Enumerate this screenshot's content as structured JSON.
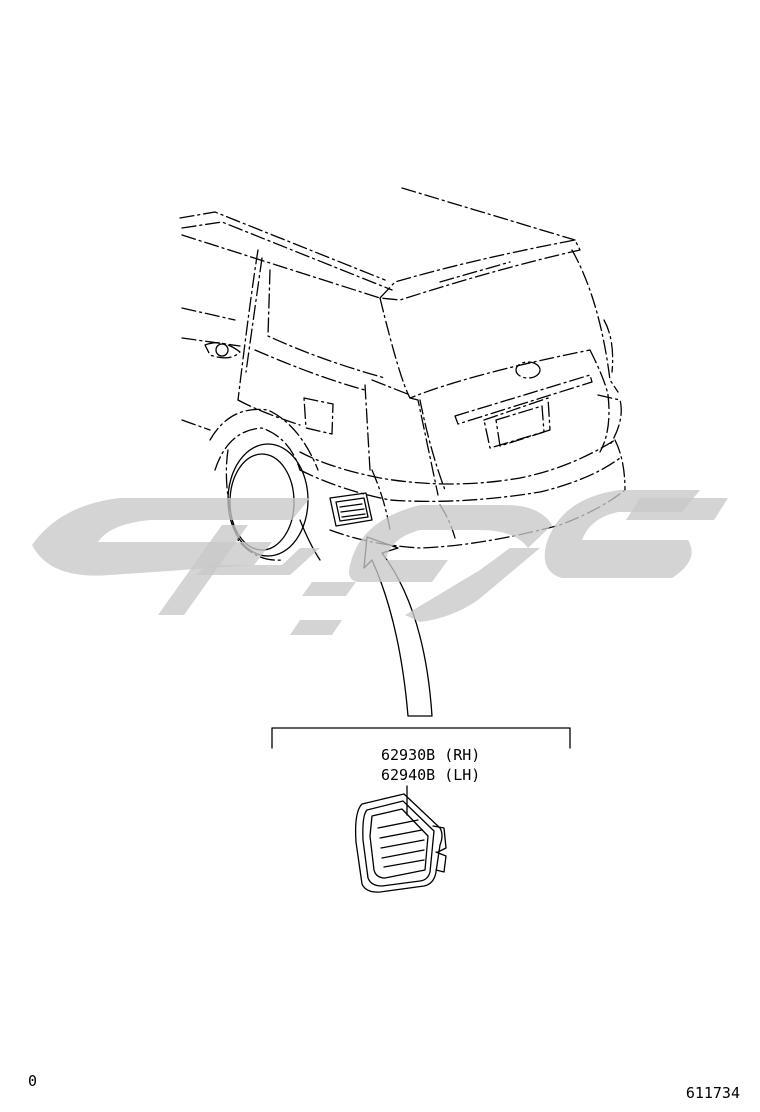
{
  "callout": {
    "part_numbers": [
      "62930B (RH)",
      "62940B (LH)"
    ]
  },
  "footer": {
    "left_code": "0",
    "figure_number": "611734"
  },
  "watermark": {
    "description": "grey calligraphic watermark",
    "color": "#c8c8c8"
  },
  "colors": {
    "line": "#000000",
    "background": "#ffffff"
  }
}
